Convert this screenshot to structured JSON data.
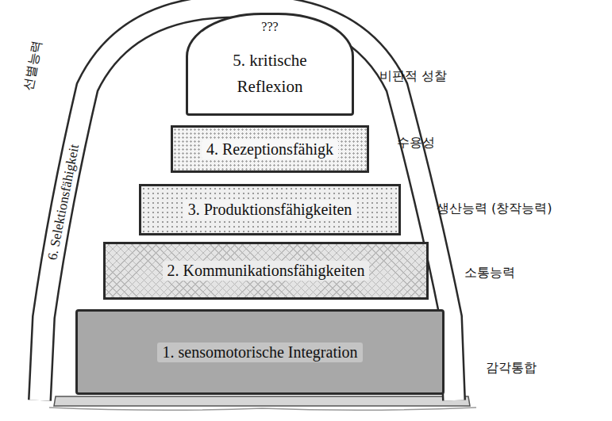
{
  "diagram": {
    "nodes": [
      {
        "text": [
          "???",
          "5. kritische Reflexion"
        ]
      },
      {
        "text": [
          "4. Rezeptionsfähigk"
        ]
      },
      {
        "text": [
          "3. Produktionsfähigkeiten"
        ]
      },
      {
        "text": [
          "2. Kommunikationsfähigkeiten"
        ]
      },
      {
        "text": [
          "1. sensomotorische Integration"
        ]
      },
      {
        "text": [
          "6. Selektionsfähigkeit"
        ]
      }
    ],
    "labels": [
      "선별능력",
      "비판적 성찰",
      "수용성",
      "생산능력 (창작능력)",
      "소통능력",
      "감각통합"
    ]
  }
}
